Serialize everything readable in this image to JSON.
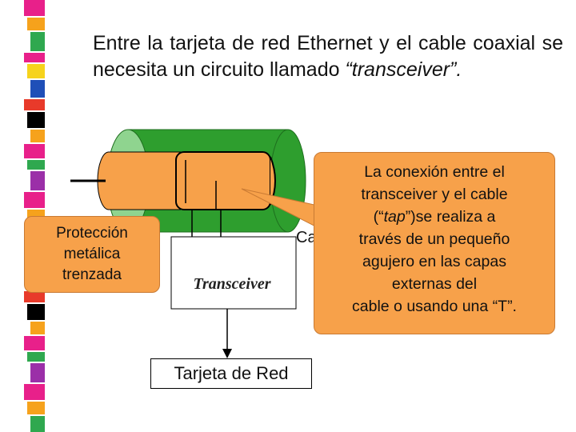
{
  "title": {
    "text_plain": "Entre la tarjeta de red Ethernet y el cable coaxial se necesita un circuito llamado ",
    "text_italic": "“transceiver”."
  },
  "diagram": {
    "protection_callout": [
      "Protección",
      "metálica",
      "trenzada"
    ],
    "tap_callout": {
      "line1": "La conexión entre el",
      "line2": "transceiver y el cable",
      "line3_before": "(“",
      "line3_italic": "tap",
      "line3_after": "”)se realiza a",
      "line4": "través de un pequeño",
      "line5": "agujero en las capas",
      "line6": "externas del",
      "line7": "cable o usando una “T”."
    },
    "cable_label_partial": "Ca",
    "transceiver_label": "Transceiver",
    "network_card_label": "Tarjeta de Red"
  },
  "colors": {
    "cable_outer": "#2E9E2E",
    "cable_inner_orange": "#F7A14A",
    "callout_fill": "#F7A14A"
  }
}
